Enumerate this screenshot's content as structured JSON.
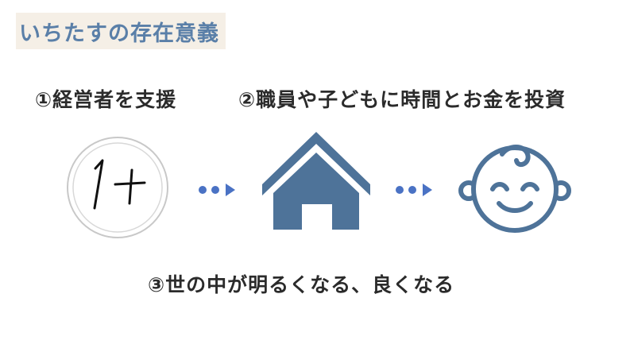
{
  "title": "いちたすの存在意義",
  "steps": [
    {
      "label": "①経営者を支援",
      "icon": "one-plus-logo-icon"
    },
    {
      "label": "②職員や子どもに時間とお金を投資",
      "icon": "house-icon"
    }
  ],
  "result": {
    "label": "③世の中が明るくなる、良くなる",
    "icon": "baby-face-icon"
  },
  "colors": {
    "accent": "#4e7399",
    "title": "#5a7fa8",
    "title_bg": "#f5efe6",
    "arrow": "#4a72c4",
    "ring": "#cccccc"
  }
}
